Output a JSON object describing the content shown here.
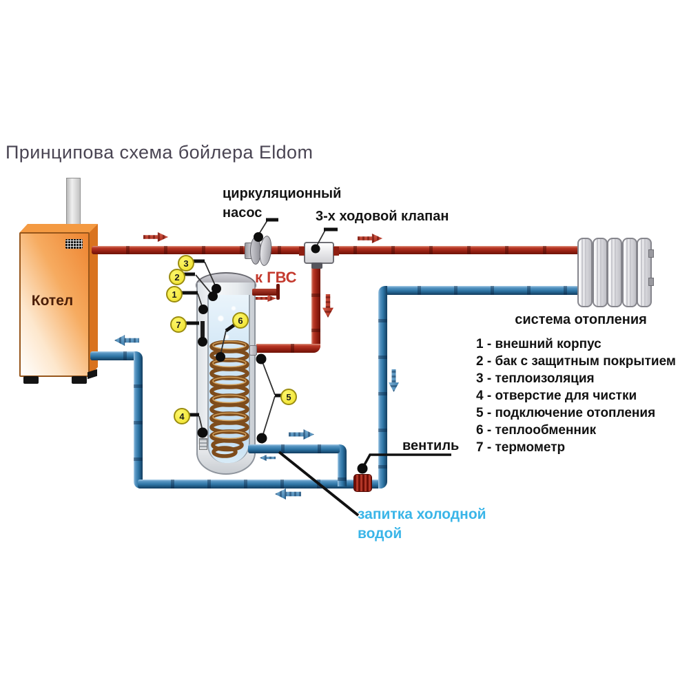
{
  "title": "Принципова схема бойлера Eldom",
  "labels": {
    "boiler": "Котел",
    "pump_line1": "циркуляционный",
    "pump_line2": "насос",
    "three_way_valve": "3-х ходовой клапан",
    "to_dhw": "к ГВС",
    "heating_system": "система отопления",
    "valve": "вентиль",
    "cold_water_line1": "запитка холодной",
    "cold_water_line2": "водой"
  },
  "callouts": [
    {
      "number": "1",
      "meaning": "внешний корпус"
    },
    {
      "number": "2",
      "meaning": "бак с защитным покрытием"
    },
    {
      "number": "3",
      "meaning": "теплоизоляция"
    },
    {
      "number": "4",
      "meaning": "отверстие для чистки"
    },
    {
      "number": "5",
      "meaning": "подключение отопления"
    },
    {
      "number": "6",
      "meaning": "теплообменник"
    },
    {
      "number": "7",
      "meaning": "термометр"
    }
  ],
  "legend_items": [
    "1 - внешний корпус",
    "2 - бак с защитным покрытием",
    "3 - теплоизоляция",
    "4 - отверстие для чистки",
    "5 - подключение отопления",
    "6 - теплообменник",
    "7 - термометр"
  ],
  "colors": {
    "hot_pipe": "#9c2315",
    "cold_pipe": "#2d74a4",
    "boiler_orange": "#ee8a35",
    "callout_yellow": "#efe02a",
    "dhw_text": "#c43a2e",
    "cold_water_text": "#3ab5e8",
    "title_text": "#4a4553"
  }
}
